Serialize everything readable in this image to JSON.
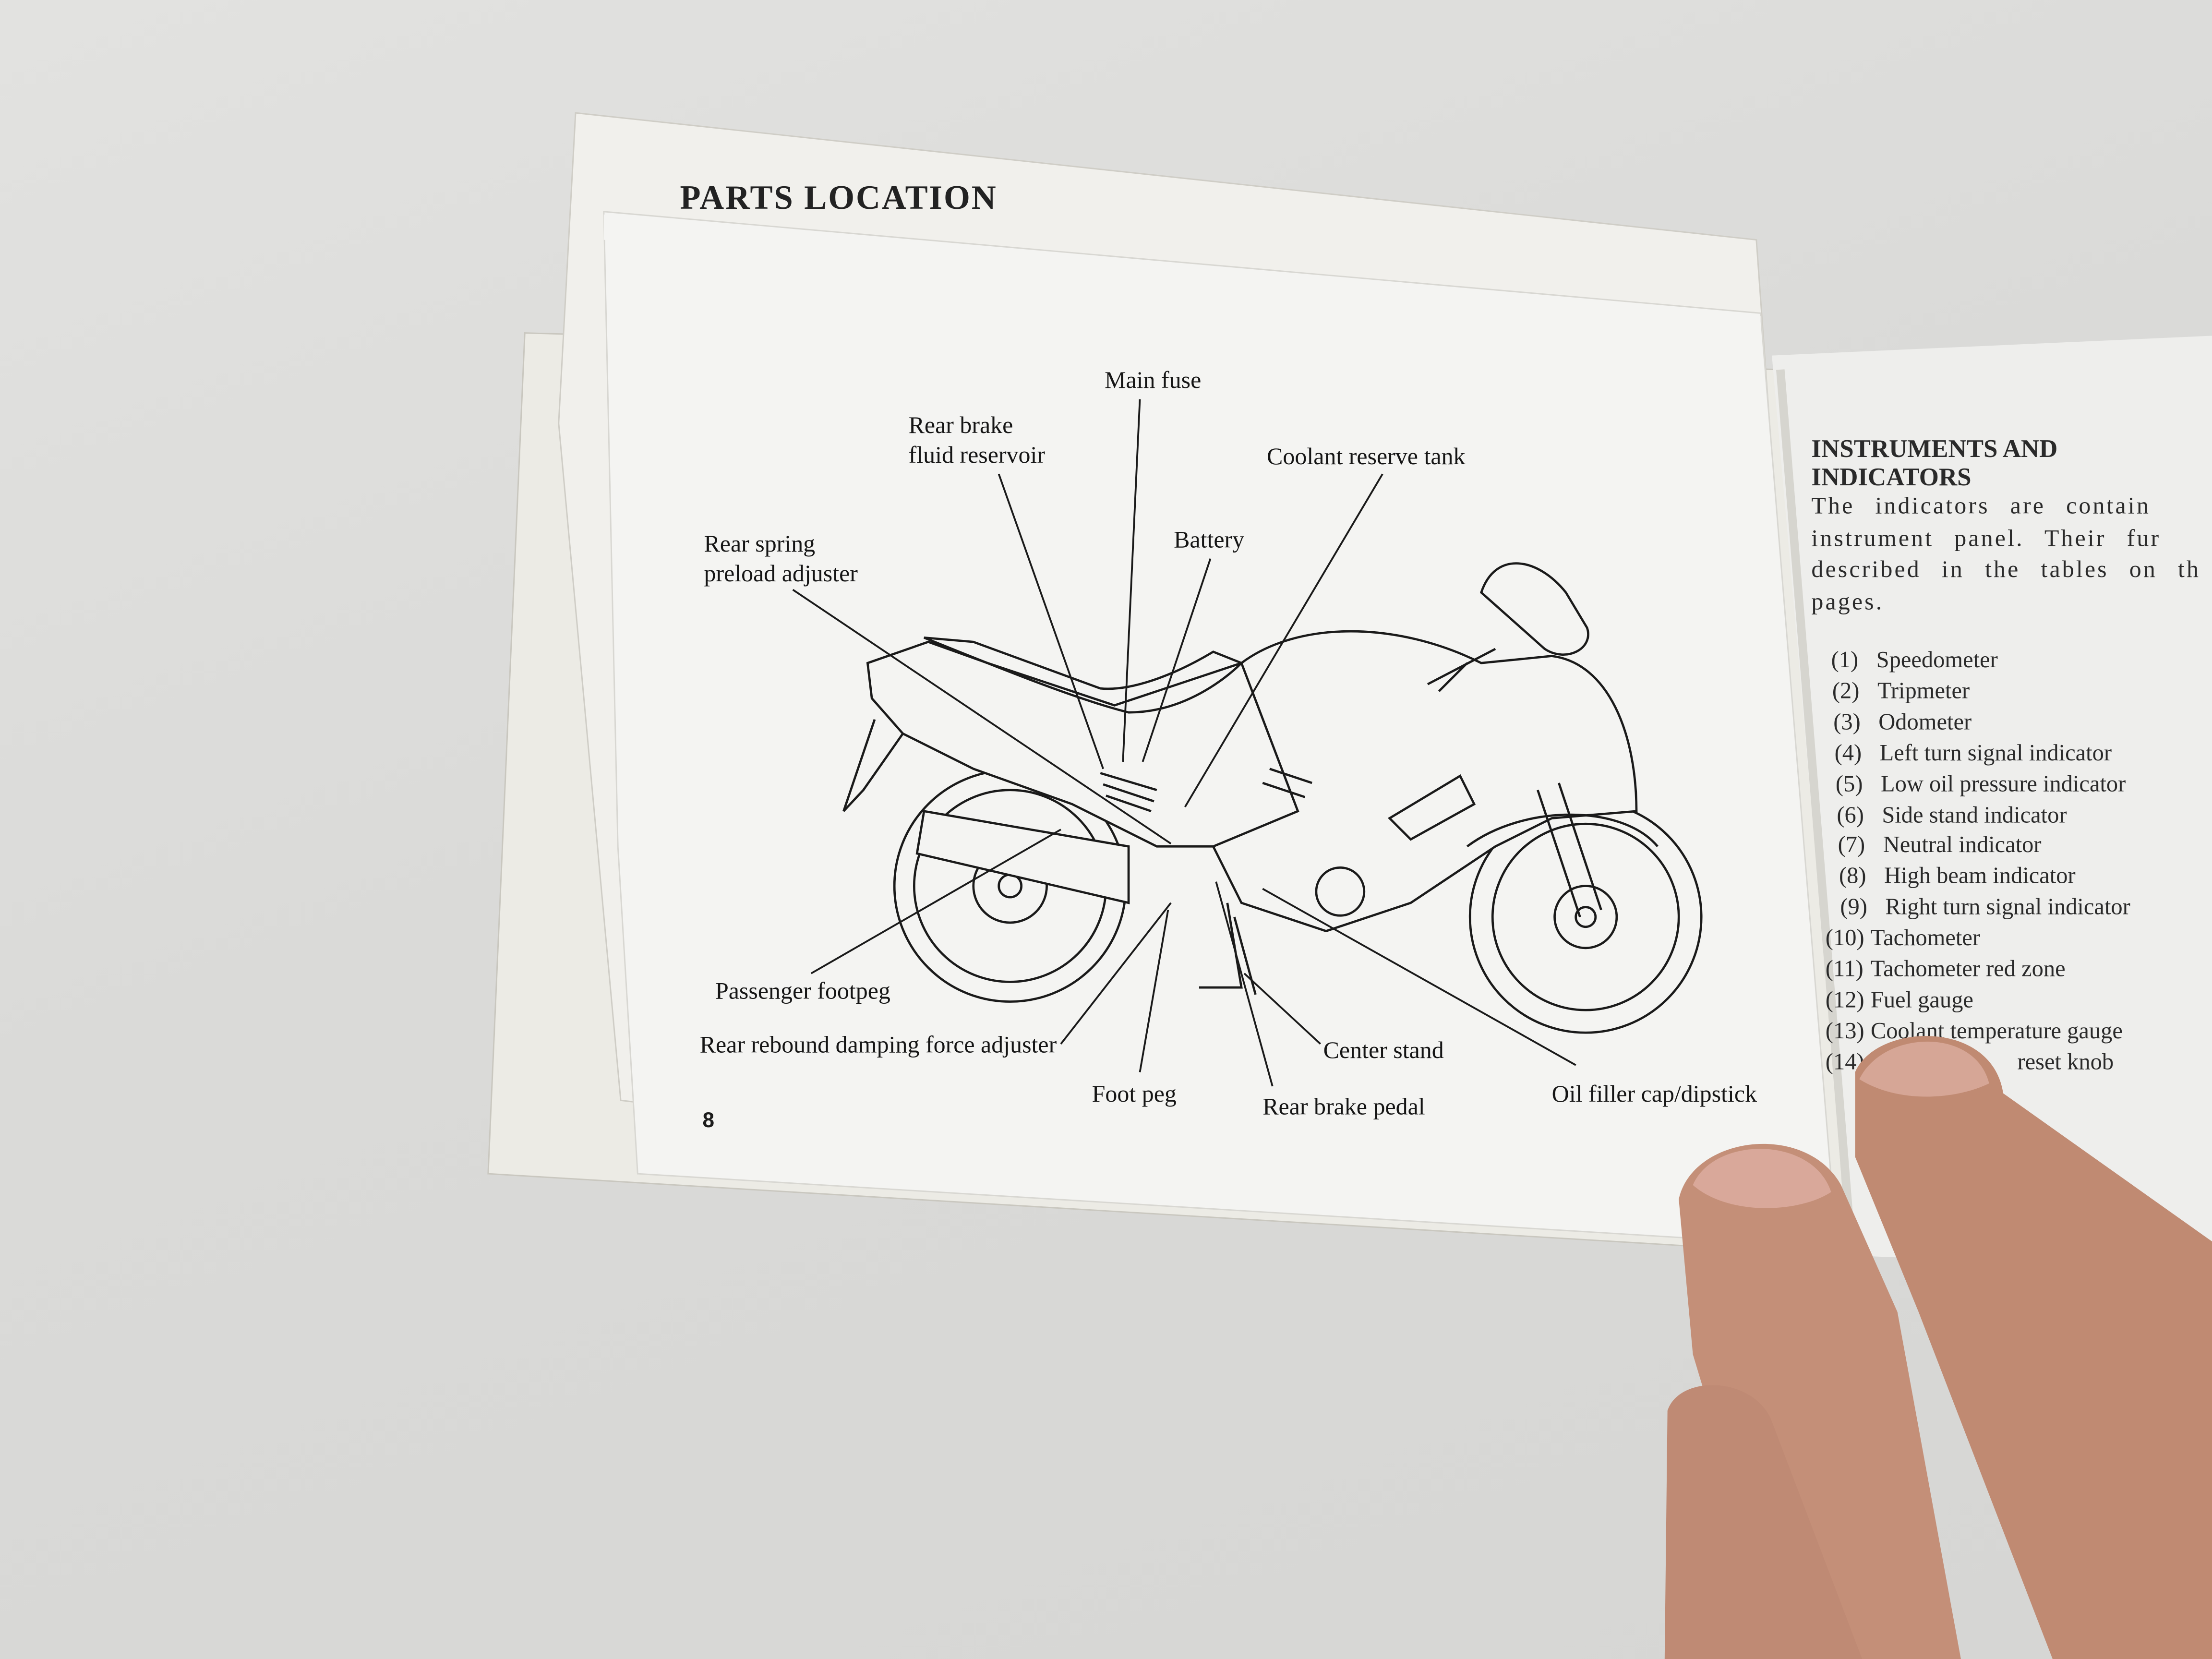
{
  "left_page": {
    "header": "PARTS LOCATION",
    "page_number": "8",
    "callouts": {
      "main_fuse": "Main fuse",
      "rear_brake_fluid_reservoir": [
        "Rear brake",
        "fluid reservoir"
      ],
      "coolant_reserve_tank": "Coolant reserve tank",
      "battery": "Battery",
      "rear_spring_preload_adjuster": [
        "Rear spring",
        "preload adjuster"
      ],
      "passenger_footpeg": "Passenger footpeg",
      "rear_rebound_damping_force_adjuster": "Rear rebound damping force adjuster",
      "foot_peg": "Foot peg",
      "rear_brake_pedal": "Rear brake pedal",
      "center_stand": "Center stand",
      "oil_filler_cap_dipstick": "Oil filler cap/dipstick"
    }
  },
  "right_page": {
    "heading": "INSTRUMENTS AND INDICATORS",
    "paragraph_lines": [
      "The indicators are contain",
      "instrument panel. Their fur",
      "described in the tables on th",
      "pages."
    ],
    "items": [
      {
        "num": "(1)",
        "label": "Speedometer"
      },
      {
        "num": "(2)",
        "label": "Tripmeter"
      },
      {
        "num": "(3)",
        "label": "Odometer"
      },
      {
        "num": "(4)",
        "label": "Left turn signal indicator"
      },
      {
        "num": "(5)",
        "label": "Low oil pressure indicator"
      },
      {
        "num": "(6)",
        "label": "Side stand indicator"
      },
      {
        "num": "(7)",
        "label": "Neutral indicator"
      },
      {
        "num": "(8)",
        "label": "High beam indicator"
      },
      {
        "num": "(9)",
        "label": "Right turn signal indicator"
      },
      {
        "num": "(10)",
        "label": "Tachometer"
      },
      {
        "num": "(11)",
        "label": "Tachometer red zone"
      },
      {
        "num": "(12)",
        "label": "Fuel gauge"
      },
      {
        "num": "(13)",
        "label": "Coolant temperature gauge"
      },
      {
        "num": "(14)",
        "label": "reset knob"
      }
    ]
  }
}
